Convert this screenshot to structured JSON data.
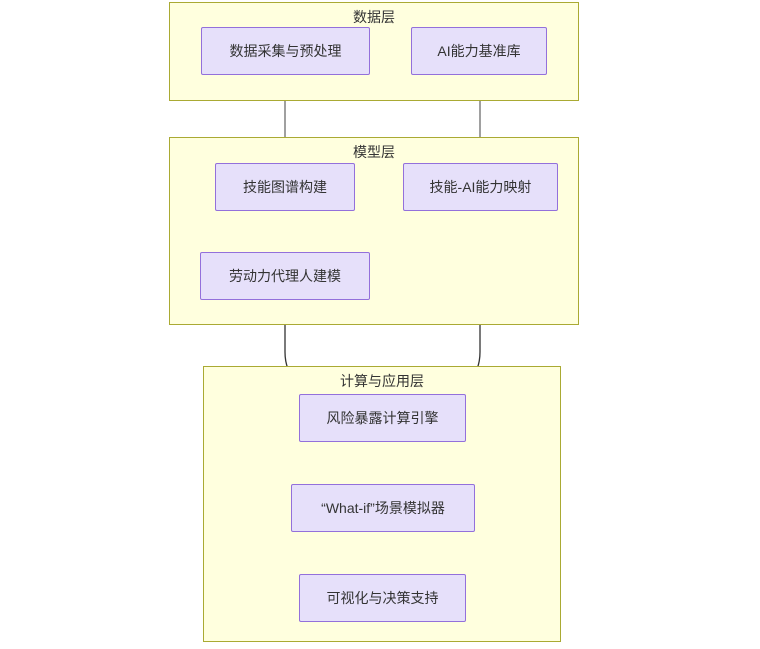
{
  "diagram": {
    "type": "flowchart",
    "orientation": "top-down",
    "title_visible": false,
    "colors": {
      "layer_fill": "#ffffde",
      "layer_stroke": "#aaaa33",
      "node_fill": "#e6e0fa",
      "node_stroke": "#9370db",
      "text": "#333333",
      "edge_stroke": "#333333",
      "page_background": "#ffffff"
    },
    "layers": [
      {
        "id": "layer-data",
        "title": "数据层",
        "nodes": [
          {
            "id": "node-data-collection",
            "label": "数据采集与预处理"
          },
          {
            "id": "node-ai-capability-baseline",
            "label": "AI能力基准库"
          }
        ]
      },
      {
        "id": "layer-model",
        "title": "模型层",
        "nodes": [
          {
            "id": "node-skill-graph",
            "label": "技能图谱构建"
          },
          {
            "id": "node-skill-ai-mapping",
            "label": "技能-AI能力映射"
          },
          {
            "id": "node-workforce-agent-modeling",
            "label": "劳动力代理人建模"
          }
        ]
      },
      {
        "id": "layer-compute-application",
        "title": "计算与应用层",
        "nodes": [
          {
            "id": "node-risk-exposure-engine",
            "label": "风险暴露计算引擎"
          },
          {
            "id": "node-what-if-simulator",
            "label": "“What-if”场景模拟器"
          },
          {
            "id": "node-visualization-decision",
            "label": "可视化与决策支持"
          }
        ]
      }
    ],
    "edges": [
      {
        "id": "edge-1",
        "from": "node-data-collection",
        "to": "node-skill-graph",
        "label": ""
      },
      {
        "id": "edge-2",
        "from": "node-ai-capability-baseline",
        "to": "node-skill-ai-mapping",
        "label": ""
      },
      {
        "id": "edge-3",
        "from": "node-skill-graph",
        "to": "node-workforce-agent-modeling",
        "label": ""
      },
      {
        "id": "edge-4",
        "from": "node-workforce-agent-modeling",
        "to": "node-risk-exposure-engine",
        "label": ""
      },
      {
        "id": "edge-5",
        "from": "node-skill-ai-mapping",
        "to": "node-risk-exposure-engine",
        "label": ""
      },
      {
        "id": "edge-6",
        "from": "node-risk-exposure-engine",
        "to": "node-what-if-simulator",
        "label": ""
      },
      {
        "id": "edge-7",
        "from": "node-what-if-simulator",
        "to": "node-visualization-decision",
        "label": ""
      }
    ]
  }
}
